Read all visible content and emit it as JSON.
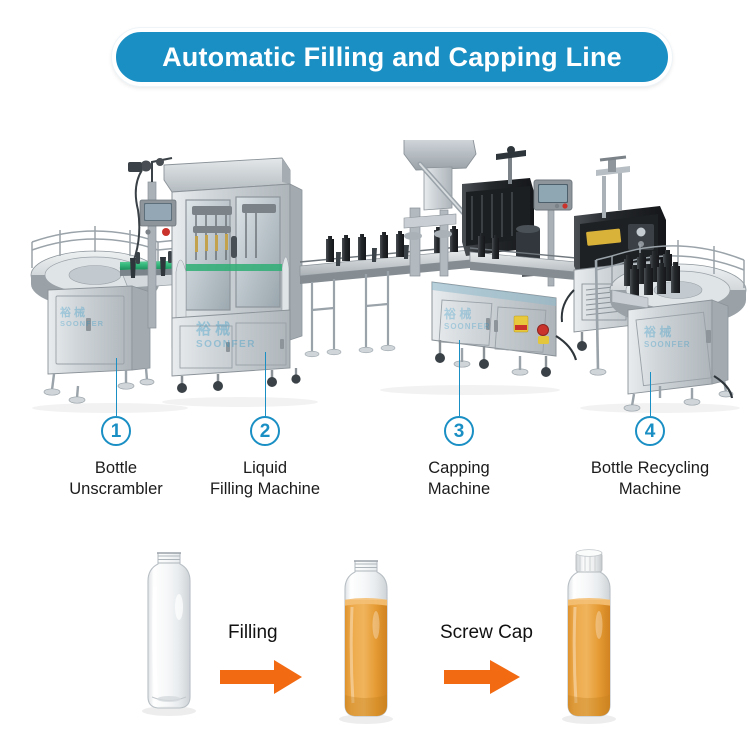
{
  "header": {
    "title": "Automatic Filling and Capping Line",
    "pill_color": "#1a8fc4",
    "text_color": "#ffffff"
  },
  "theme": {
    "accent_blue": "#1a8fc4",
    "arrow_orange": "#F26A12",
    "liquid_orange": "#E59A3A",
    "machine_gray": "#c9ced2",
    "conveyor_green": "#3fbf7f",
    "background": "#ffffff"
  },
  "callouts": [
    {
      "number": "1",
      "label": "Bottle\nUnscrambler"
    },
    {
      "number": "2",
      "label": "Liquid\nFilling Machine"
    },
    {
      "number": "3",
      "label": "Capping\nMachine"
    },
    {
      "number": "4",
      "label": "Bottle Recycling\nMachine"
    }
  ],
  "machines": {
    "watermark_text": "SOONFER",
    "watermark_cn": "裕 械",
    "items": [
      {
        "name": "bottle-unscrambler",
        "type": "rotary-table-with-cabinet"
      },
      {
        "name": "liquid-filling-machine",
        "type": "glass-cabinet-filler"
      },
      {
        "name": "capping-machine",
        "type": "cap-feeder-bowl-capper"
      },
      {
        "name": "bottle-recycling-machine",
        "type": "sealer-and-rotary-collector"
      }
    ]
  },
  "process": {
    "steps": [
      {
        "key": "empty-bottle",
        "state": "empty",
        "fill_percent": 0,
        "capped": false
      },
      {
        "key": "filling-arrow",
        "label": "Filling"
      },
      {
        "key": "filled-bottle",
        "state": "filled",
        "fill_percent": 78,
        "capped": false
      },
      {
        "key": "screwcap-arrow",
        "label": "Screw Cap"
      },
      {
        "key": "capped-bottle",
        "state": "capped",
        "fill_percent": 78,
        "capped": true
      }
    ]
  }
}
